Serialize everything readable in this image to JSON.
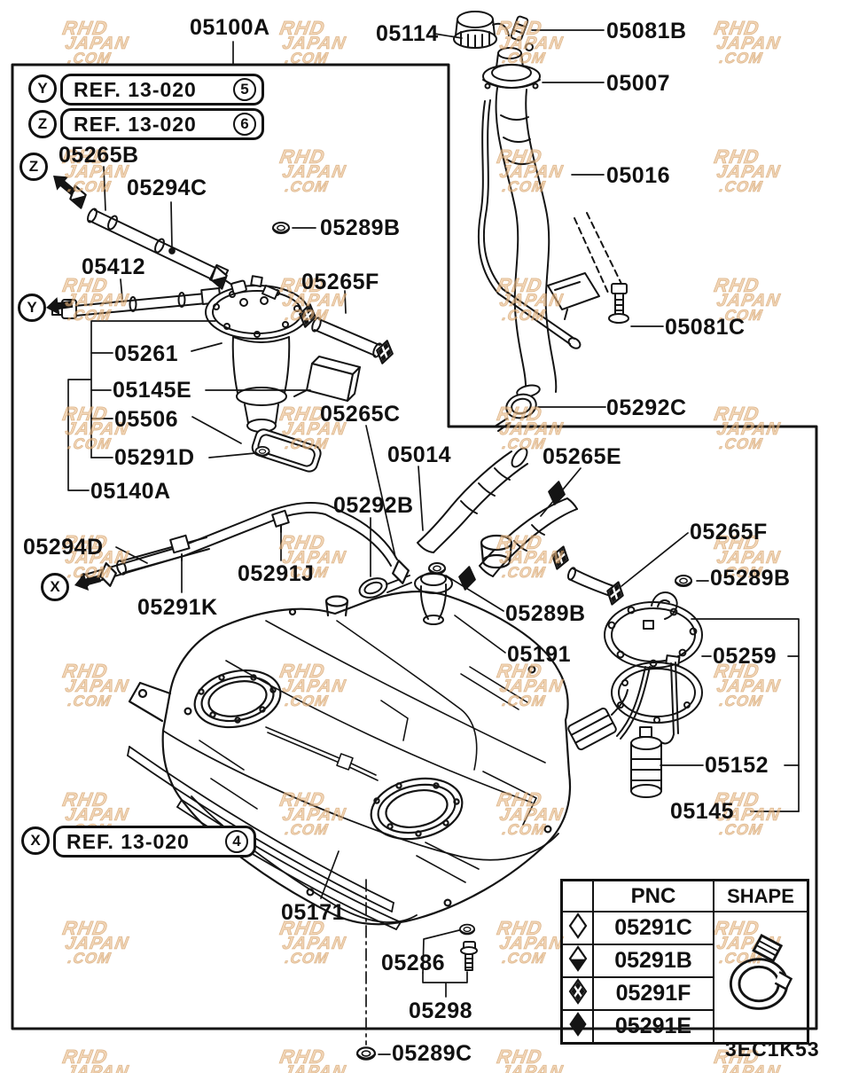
{
  "watermark": {
    "line1": "RHD",
    "line2": "JAPAN",
    "line3": ".COM"
  },
  "drawing_code": "3EC1K53",
  "markers": {
    "x": "X",
    "y": "Y",
    "z": "Z"
  },
  "ref_boxes": [
    {
      "marker": "Y",
      "label": "REF. 13-020",
      "number": "5"
    },
    {
      "marker": "Z",
      "label": "REF. 13-020",
      "number": "6"
    },
    {
      "marker": "X",
      "label": "REF. 13-020",
      "number": "4"
    }
  ],
  "parts": [
    {
      "text": "05100A"
    },
    {
      "text": "05114"
    },
    {
      "text": "05081B"
    },
    {
      "text": "05007"
    },
    {
      "text": "05016"
    },
    {
      "text": "05265B"
    },
    {
      "text": "05294C"
    },
    {
      "text": "05289B"
    },
    {
      "text": "05412"
    },
    {
      "text": "05265F"
    },
    {
      "text": "05261"
    },
    {
      "text": "05145E"
    },
    {
      "text": "05506"
    },
    {
      "text": "05291D"
    },
    {
      "text": "05140A"
    },
    {
      "text": "05265C"
    },
    {
      "text": "05014"
    },
    {
      "text": "05292B"
    },
    {
      "text": "05265E"
    },
    {
      "text": "05081C"
    },
    {
      "text": "05292C"
    },
    {
      "text": "05294D"
    },
    {
      "text": "05291J"
    },
    {
      "text": "05291K"
    },
    {
      "text": "05265F"
    },
    {
      "text": "05289B"
    },
    {
      "text": "05289B"
    },
    {
      "text": "05191"
    },
    {
      "text": "05259"
    },
    {
      "text": "05152"
    },
    {
      "text": "05145"
    },
    {
      "text": "05171"
    },
    {
      "text": "05286"
    },
    {
      "text": "05298"
    },
    {
      "text": "05289C"
    }
  ],
  "table": {
    "pnc_header": "PNC",
    "shape_header": "SHAPE",
    "rows": [
      {
        "symbol": "open-diamond",
        "pnc": "05291C"
      },
      {
        "symbol": "half-filled-diamond",
        "pnc": "05291B"
      },
      {
        "symbol": "patterned-diamond",
        "pnc": "05291F"
      },
      {
        "symbol": "solid-diamond",
        "pnc": "05291E"
      }
    ]
  }
}
